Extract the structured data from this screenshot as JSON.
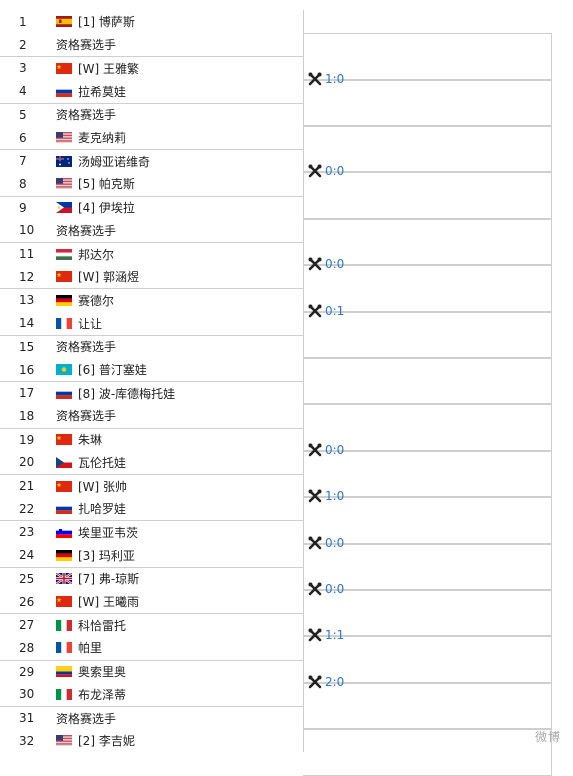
{
  "draw": [
    {
      "num": "1",
      "flag": "es",
      "name": "[1] 博萨斯"
    },
    {
      "num": "2",
      "flag": "",
      "name": "资格赛选手"
    },
    {
      "num": "3",
      "flag": "cn",
      "name": "[W] 王雅繁"
    },
    {
      "num": "4",
      "flag": "ru",
      "name": "拉希莫娃"
    },
    {
      "num": "5",
      "flag": "",
      "name": "资格赛选手"
    },
    {
      "num": "6",
      "flag": "us",
      "name": "麦克纳莉"
    },
    {
      "num": "7",
      "flag": "au",
      "name": "汤姆亚诺维奇"
    },
    {
      "num": "8",
      "flag": "us",
      "name": "[5] 帕克斯"
    },
    {
      "num": "9",
      "flag": "ph",
      "name": "[4] 伊埃拉"
    },
    {
      "num": "10",
      "flag": "",
      "name": "资格赛选手"
    },
    {
      "num": "11",
      "flag": "hu",
      "name": "邦达尔"
    },
    {
      "num": "12",
      "flag": "cn",
      "name": "[W] 郭涵煜"
    },
    {
      "num": "13",
      "flag": "de",
      "name": "赛德尔"
    },
    {
      "num": "14",
      "flag": "fr",
      "name": "让让"
    },
    {
      "num": "15",
      "flag": "",
      "name": "资格赛选手"
    },
    {
      "num": "16",
      "flag": "kz",
      "name": "[6] 普汀塞娃"
    },
    {
      "num": "17",
      "flag": "ru",
      "name": "[8] 波-库德梅托娃"
    },
    {
      "num": "18",
      "flag": "",
      "name": "资格赛选手"
    },
    {
      "num": "19",
      "flag": "cn",
      "name": "朱琳"
    },
    {
      "num": "20",
      "flag": "cz",
      "name": "瓦伦托娃"
    },
    {
      "num": "21",
      "flag": "cn",
      "name": "[W] 张帅"
    },
    {
      "num": "22",
      "flag": "ru",
      "name": "扎哈罗娃"
    },
    {
      "num": "23",
      "flag": "si",
      "name": "埃里亚韦茨"
    },
    {
      "num": "24",
      "flag": "de",
      "name": "[3] 玛利亚"
    },
    {
      "num": "25",
      "flag": "gb",
      "name": "[7] 弗-琼斯"
    },
    {
      "num": "26",
      "flag": "cn",
      "name": "[W] 王曦雨"
    },
    {
      "num": "27",
      "flag": "it",
      "name": "科恰雷托"
    },
    {
      "num": "28",
      "flag": "fr",
      "name": "帕里"
    },
    {
      "num": "29",
      "flag": "co",
      "name": "奥索里奥"
    },
    {
      "num": "30",
      "flag": "it",
      "name": "布龙泽蒂"
    },
    {
      "num": "31",
      "flag": "",
      "name": "资格赛选手"
    },
    {
      "num": "32",
      "flag": "us",
      "name": "[2] 李吉妮"
    }
  ],
  "h2h": [
    {
      "row": 3,
      "score": "1:0"
    },
    {
      "row": 7,
      "score": "0:0"
    },
    {
      "row": 11,
      "score": "0:0"
    },
    {
      "row": 13,
      "score": "0:1"
    },
    {
      "row": 19,
      "score": "0:0"
    },
    {
      "row": 21,
      "score": "1:0"
    },
    {
      "row": 23,
      "score": "0:0"
    },
    {
      "row": 25,
      "score": "0:0"
    },
    {
      "row": 27,
      "score": "1:1"
    },
    {
      "row": 29,
      "score": "2:0"
    }
  ],
  "h2h_icon": "crossed-rackets-icon",
  "colors": {
    "link": "#2d76c8",
    "divider": "#cfcfcf"
  }
}
